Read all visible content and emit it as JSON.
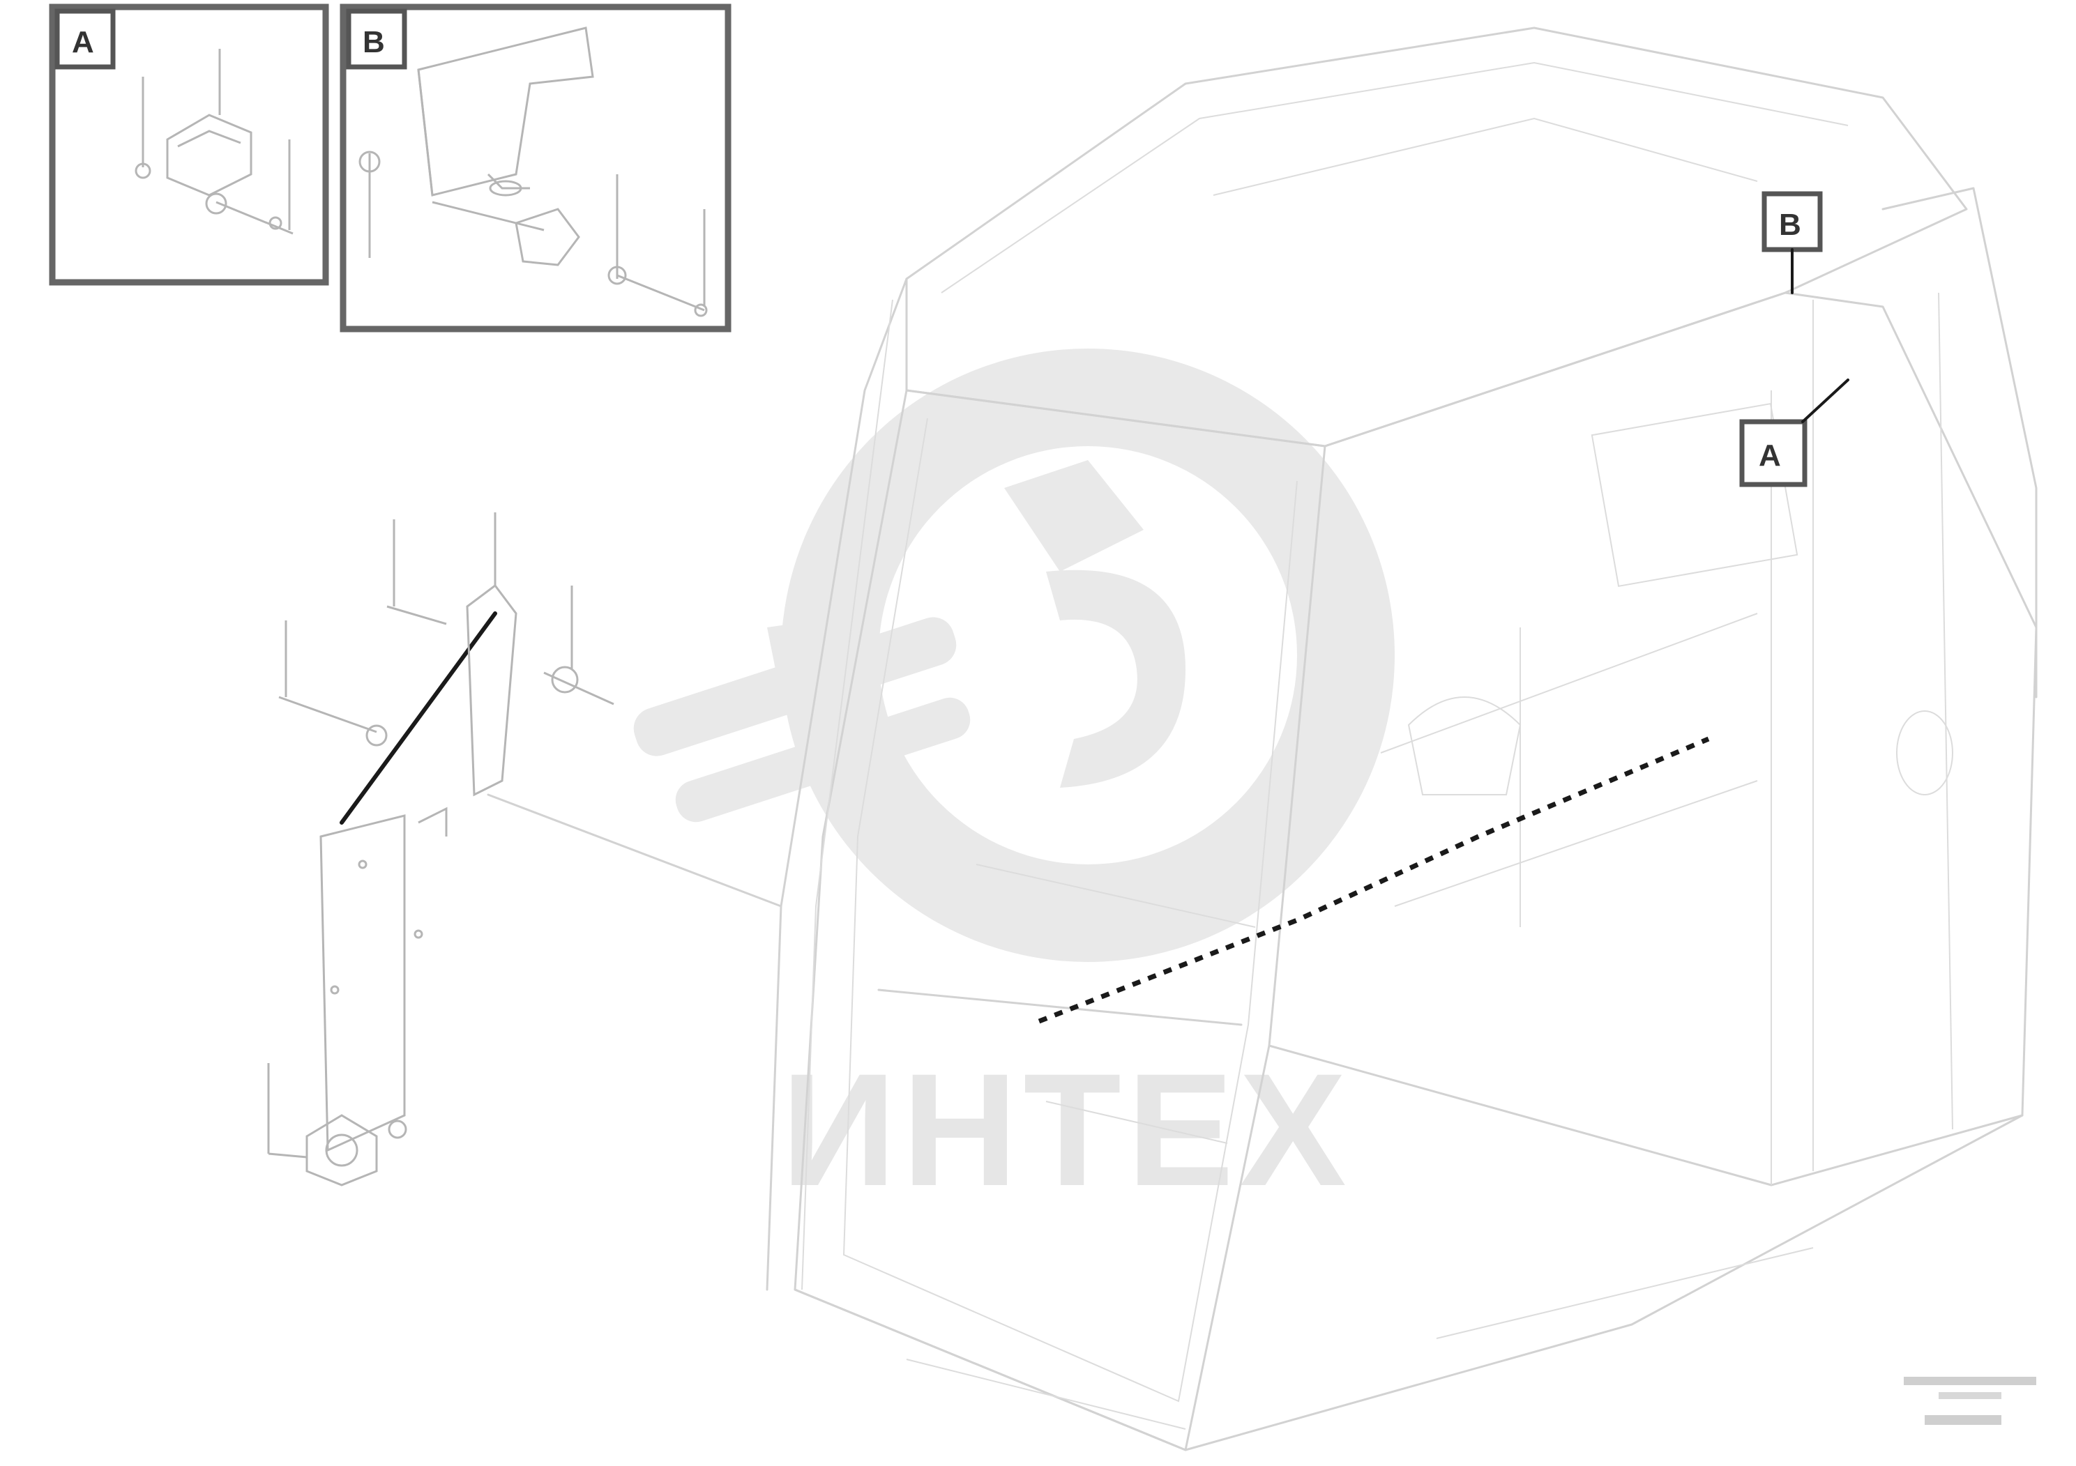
{
  "callouts": {
    "inset_a": "A",
    "inset_b": "B",
    "main_b": "B",
    "main_a": "A"
  },
  "watermark": {
    "text": "ИНТЕХ"
  },
  "colors": {
    "line": "#1a1a1a",
    "ghost": "#d2d2d2",
    "frame": "#666666",
    "watermark": "#e6e6e6"
  }
}
